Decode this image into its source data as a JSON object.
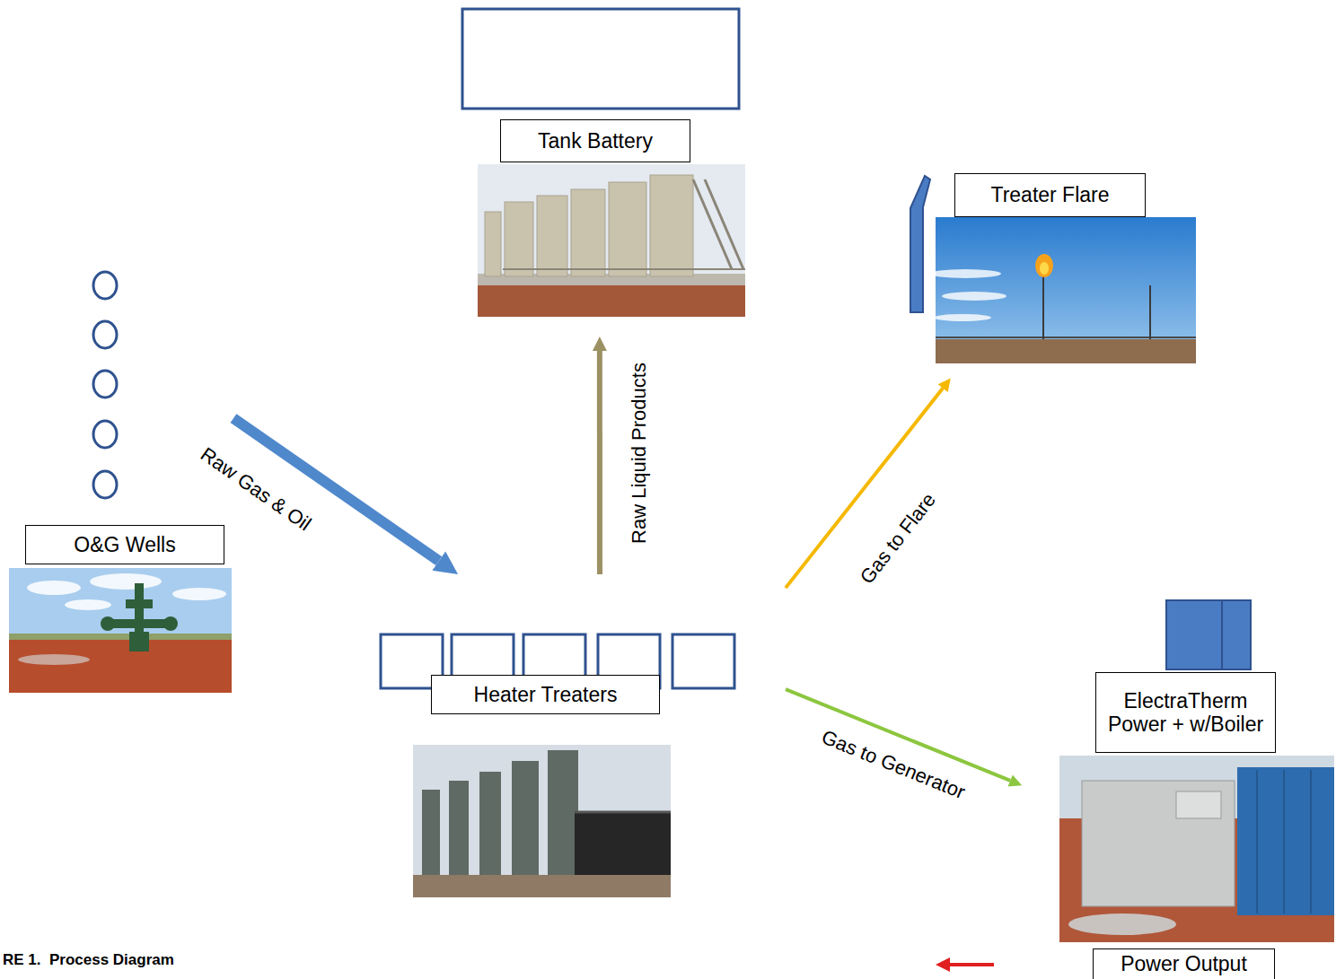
{
  "diagram": {
    "caption": "RE 1.  Process Diagram",
    "nodes": [
      {
        "text": [
          "Tank Battery"
        ]
      },
      {
        "text": [
          "Treater Flare"
        ]
      },
      {
        "text": [
          "O&G Wells"
        ]
      },
      {
        "text": [
          "Heater Treaters"
        ]
      },
      {
        "text": [
          "ElectraTherm Power + w/Boiler"
        ]
      },
      {
        "text": [
          "Power Output"
        ]
      }
    ],
    "edges": [
      {
        "from": 2,
        "to": 3,
        "arrow": "to",
        "label": "Raw Gas & Oil"
      },
      {
        "from": 3,
        "to": 0,
        "arrow": "to",
        "label": "Raw Liquid Products"
      },
      {
        "from": 3,
        "to": 1,
        "arrow": "to",
        "label": "Gas to Flare"
      },
      {
        "from": 3,
        "to": 4,
        "arrow": "to",
        "label": "Gas to Generator"
      }
    ]
  }
}
